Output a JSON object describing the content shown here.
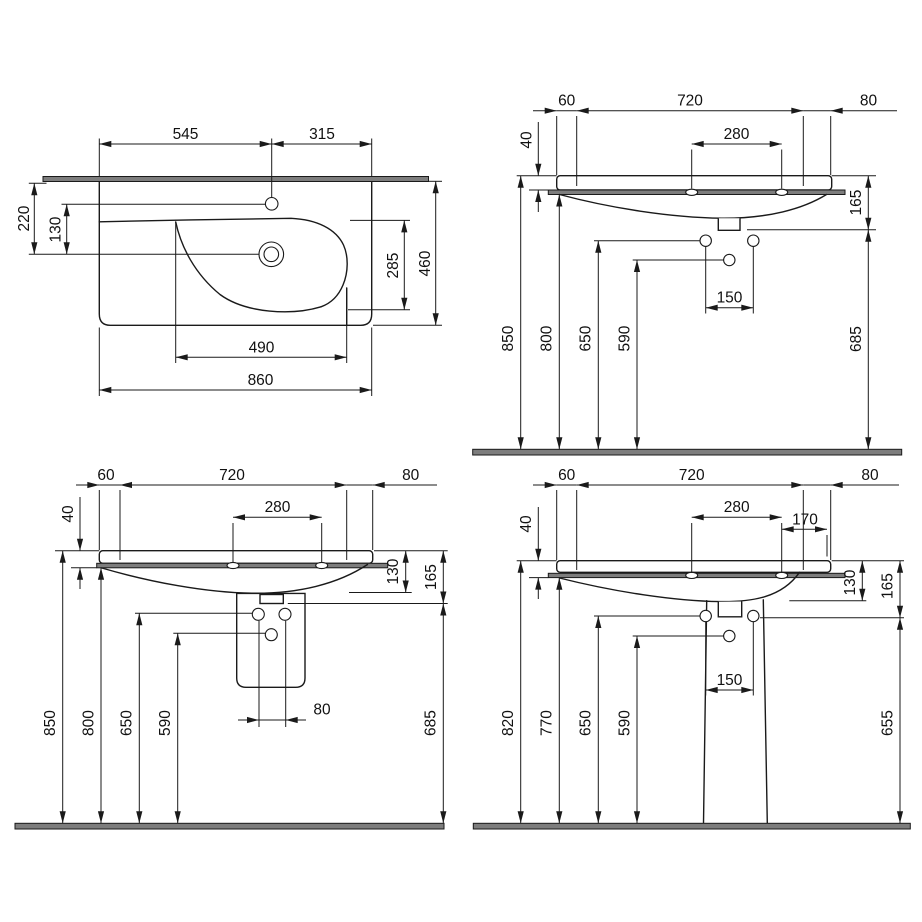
{
  "drawing": {
    "kind": "washbasin technical dimension drawing",
    "units": "mm",
    "colors": {
      "line": "#1a1a1a",
      "wall_fill": "#7d7d7d",
      "background": "#ffffff"
    }
  },
  "views": {
    "plan": {
      "labels": {
        "span_left": "545",
        "span_right": "315",
        "left_depth": "220",
        "tap_offset": "130",
        "bowl_depth": "285",
        "total_depth": "460",
        "bowl_width": "490",
        "total_width": "860"
      }
    },
    "wall_hung": {
      "labels": {
        "left_edge": "60",
        "fixing_span": "720",
        "right_edge": "80",
        "rim_thickness": "40",
        "fixing_holes": "280",
        "rim_to_outlet": "165",
        "bolt_span": "150",
        "h_rim": "850",
        "h_bottom": "800",
        "h_supply": "650",
        "h_drain": "590",
        "h_outlet": "685"
      }
    },
    "semi_pedestal": {
      "labels": {
        "left_edge": "60",
        "fixing_span": "720",
        "right_edge": "80",
        "rim_thickness": "40",
        "fixing_holes": "280",
        "rim_to_shroud": "130",
        "rim_to_outlet": "165",
        "bolt_span": "80",
        "h_rim": "850",
        "h_bottom": "800",
        "h_supply": "650",
        "h_drain": "590",
        "h_outlet": "685"
      }
    },
    "pedestal": {
      "labels": {
        "left_edge": "60",
        "fixing_span": "720",
        "right_edge": "80",
        "rim_thickness": "40",
        "fixing_holes": "280",
        "overflow_offset": "170",
        "rim_to_pedestal": "130",
        "rim_to_outlet": "165",
        "bolt_span": "150",
        "h_rim": "820",
        "h_bottom": "770",
        "h_supply": "650",
        "h_drain": "590",
        "h_outlet": "655"
      }
    }
  }
}
